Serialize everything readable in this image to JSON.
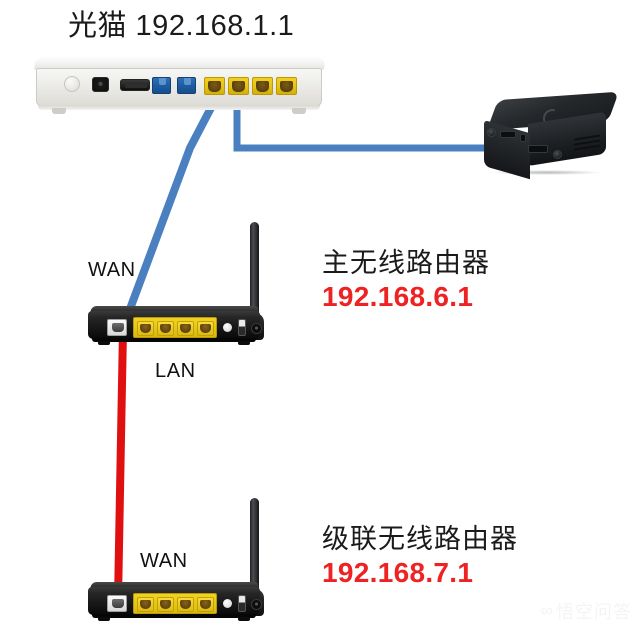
{
  "diagram": {
    "title": "光猫  192.168.1.1",
    "background_color": "#ffffff",
    "cable_colors": {
      "wan_blue": "#4a7fc0",
      "lan_red": "#e11010"
    }
  },
  "devices": {
    "modem": {
      "name": "光猫",
      "ip": "192.168.1.1",
      "title_text": "光猫  192.168.1.1",
      "body_color": "#f2f1ee",
      "ports": [
        {
          "name": "button",
          "type": "round-button"
        },
        {
          "name": "power-jack",
          "type": "power"
        },
        {
          "name": "serial-port",
          "type": "serial"
        },
        {
          "name": "blue-port-1",
          "type": "blue"
        },
        {
          "name": "blue-port-2",
          "type": "blue"
        },
        {
          "name": "lan-port-1",
          "type": "yellow"
        },
        {
          "name": "lan-port-2",
          "type": "yellow"
        },
        {
          "name": "lan-port-3",
          "type": "yellow"
        },
        {
          "name": "lan-port-4",
          "type": "yellow"
        }
      ]
    },
    "set_top_box": {
      "name": "set-top-box",
      "body_color": "#22252a"
    },
    "main_router": {
      "name": "主无线路由器",
      "ip": "192.168.6.1",
      "wan_tag": "WAN",
      "lan_tag": "LAN",
      "body_color": "#161616"
    },
    "cascade_router": {
      "name": "级联无线路由器",
      "ip": "192.168.7.1",
      "wan_tag": "WAN",
      "body_color": "#161616"
    }
  },
  "connections": [
    {
      "id": "modem-lan1-to-main-wan",
      "from": "光猫 LAN1",
      "to": "主无线路由器 WAN",
      "color": "#4a7fc0"
    },
    {
      "id": "modem-lan2-to-stb",
      "from": "光猫 LAN2",
      "to": "set-top-box",
      "color": "#4a7fc0"
    },
    {
      "id": "main-lan-to-cascade-wan",
      "from": "主无线路由器 LAN",
      "to": "级联无线路由器 WAN",
      "color": "#e11010"
    }
  ],
  "watermark": {
    "mark": "∞",
    "text": "悟空问答"
  }
}
